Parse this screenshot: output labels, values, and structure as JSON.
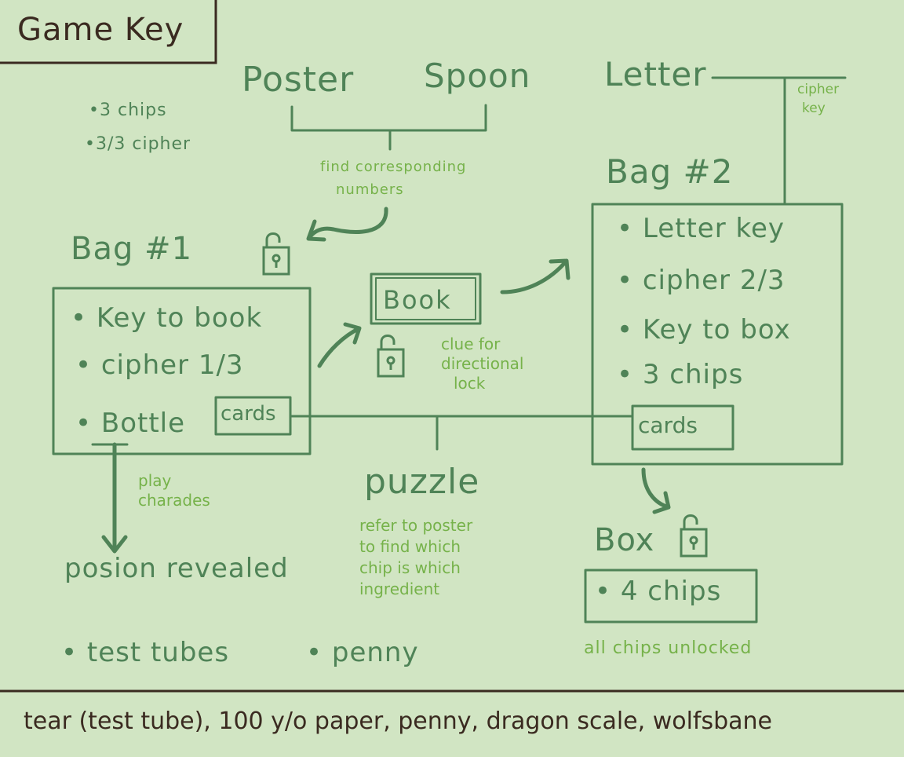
{
  "title": "Game Key",
  "top_left_notes": [
    "•3 chips",
    "•3/3 cipher"
  ],
  "poster": "Poster",
  "spoon": "Spoon",
  "find_note": [
    "find corresponding",
    "numbers"
  ],
  "letter": "Letter",
  "cipher_key_note": [
    "cipher",
    "key"
  ],
  "bag1": {
    "title": "Bag #1",
    "items": [
      "• Key to book",
      "• cipher 1/3",
      "• Bottle"
    ],
    "cards": "cards"
  },
  "book": "Book",
  "book_note": [
    "clue for",
    "directional",
    "lock"
  ],
  "bag2": {
    "title": "Bag #2",
    "items": [
      "• Letter key",
      "• cipher 2/3",
      "• Key to box",
      "• 3 chips"
    ],
    "cards": "cards"
  },
  "play_note": [
    "play",
    "charades"
  ],
  "poison": "posion revealed",
  "puzzle": "puzzle",
  "puzzle_note": [
    "refer to poster",
    "to find which",
    "chip is which",
    "ingredient"
  ],
  "box": {
    "title": "Box",
    "item": "• 4 chips",
    "note": "all chips unlocked"
  },
  "bottom_items": [
    "• test tubes",
    "• penny"
  ],
  "footer": "tear (test tube), 100 y/o paper, penny, dragon scale, wolfsbane",
  "colors": {
    "background": "#d1e5c3",
    "ink_dark_green": "#4f8357",
    "ink_light_green": "#76b24a",
    "ink_brown": "#3a2a20"
  }
}
